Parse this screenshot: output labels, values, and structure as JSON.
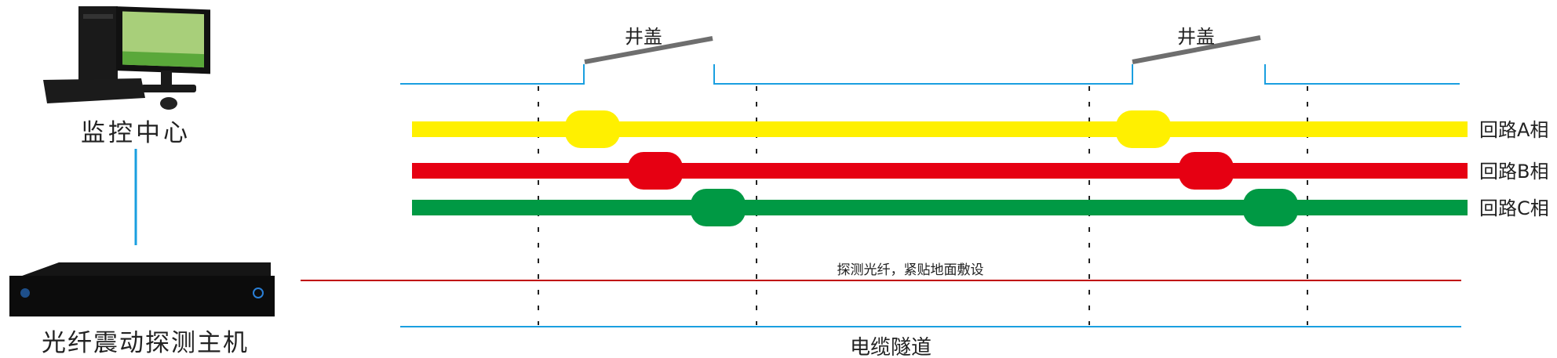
{
  "left": {
    "monitor_center_label": "监控中心",
    "host_label": "光纤震动探测主机"
  },
  "diagram": {
    "manhole_cover_label": "井盖",
    "phases": [
      {
        "label": "回路A相",
        "color": "#fff000"
      },
      {
        "label": "回路B相",
        "color": "#e60012"
      },
      {
        "label": "回路C相",
        "color": "#009944"
      }
    ],
    "fiber_label": "探测光纤，紧贴地面敷设",
    "tunnel_label": "电缆隧道",
    "colors": {
      "ground": "#1a9fe0",
      "fiber": "#c00000",
      "cover": "#6e6e6e"
    }
  }
}
